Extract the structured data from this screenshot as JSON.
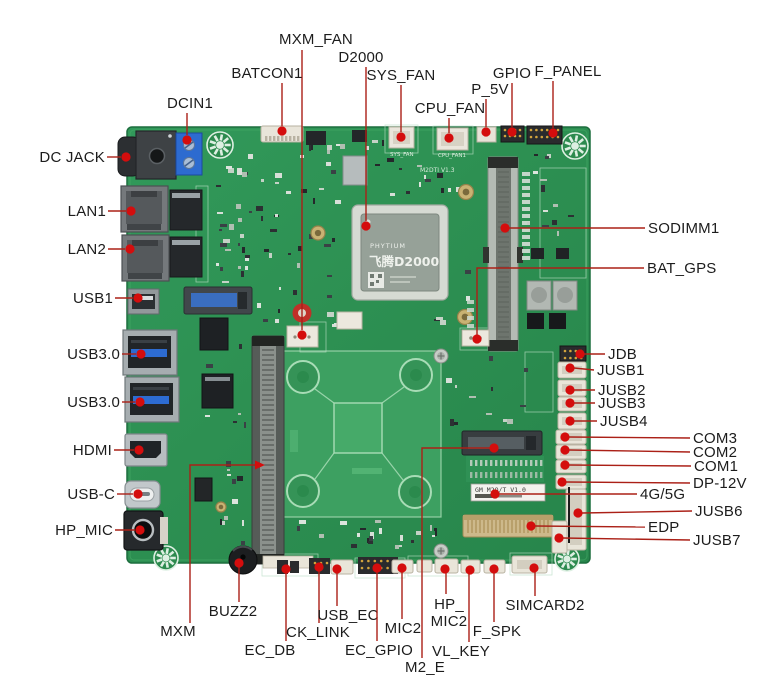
{
  "figure": {
    "description": "Annotated motherboard connector diagram",
    "board_color": "#2f9155",
    "callout_line_color": "#ab2017",
    "callout_dot_color": "#d40d0d",
    "label_text_color": "#1c1c1c",
    "background": "#ffffff"
  },
  "board_markings": {
    "chip_brand": "PHYTIUM",
    "chip_model": "飞腾D2000",
    "module_sticker": "GM M2O/T V1.0",
    "silk_sys_fan": "SYS_FAN",
    "silk_cpu_fan": "CPU_FAN1",
    "silk_rev": "M2DTI V1.3"
  },
  "callouts": [
    {
      "id": "mxm-fan",
      "label": "MXM_FAN",
      "side": "top"
    },
    {
      "id": "batcon1",
      "label": "BATCON1",
      "side": "top"
    },
    {
      "id": "d2000",
      "label": "D2000",
      "side": "top"
    },
    {
      "id": "sys-fan",
      "label": "SYS_FAN",
      "side": "top"
    },
    {
      "id": "cpu-fan",
      "label": "CPU_FAN",
      "side": "top"
    },
    {
      "id": "p-5v",
      "label": "P_5V",
      "side": "top"
    },
    {
      "id": "gpio",
      "label": "GPIO",
      "side": "top"
    },
    {
      "id": "f-panel",
      "label": "F_PANEL",
      "side": "top"
    },
    {
      "id": "dcin1",
      "label": "DCIN1",
      "side": "top"
    },
    {
      "id": "dc-jack",
      "label": "DC JACK",
      "side": "left"
    },
    {
      "id": "lan1",
      "label": "LAN1",
      "side": "left"
    },
    {
      "id": "lan2",
      "label": "LAN2",
      "side": "left"
    },
    {
      "id": "usb1",
      "label": "USB1",
      "side": "left"
    },
    {
      "id": "usb30-a",
      "label": "USB3.0",
      "side": "left"
    },
    {
      "id": "usb30-b",
      "label": "USB3.0",
      "side": "left"
    },
    {
      "id": "hdmi",
      "label": "HDMI",
      "side": "left"
    },
    {
      "id": "usb-c",
      "label": "USB-C",
      "side": "left"
    },
    {
      "id": "hp-mic",
      "label": "HP_MIC",
      "side": "left"
    },
    {
      "id": "sodimm1",
      "label": "SODIMM1",
      "side": "right"
    },
    {
      "id": "bat-gps",
      "label": "BAT_GPS",
      "side": "right"
    },
    {
      "id": "jdb",
      "label": "JDB",
      "side": "right"
    },
    {
      "id": "jusb1",
      "label": "JUSB1",
      "side": "right"
    },
    {
      "id": "jusb2",
      "label": "JUSB2",
      "side": "right"
    },
    {
      "id": "jusb3",
      "label": "JUSB3",
      "side": "right"
    },
    {
      "id": "jusb4",
      "label": "JUSB4",
      "side": "right"
    },
    {
      "id": "com3",
      "label": "COM3",
      "side": "right"
    },
    {
      "id": "com2",
      "label": "COM2",
      "side": "right"
    },
    {
      "id": "com1",
      "label": "COM1",
      "side": "right"
    },
    {
      "id": "dp-12v",
      "label": "DP-12V",
      "side": "right"
    },
    {
      "id": "4g-5g",
      "label": "4G/5G",
      "side": "right"
    },
    {
      "id": "jusb6",
      "label": "JUSB6",
      "side": "right"
    },
    {
      "id": "edp",
      "label": "EDP",
      "side": "right"
    },
    {
      "id": "jusb7",
      "label": "JUSB7",
      "side": "right"
    },
    {
      "id": "mxm",
      "label": "MXM",
      "side": "bottom"
    },
    {
      "id": "buzz2",
      "label": "BUZZ2",
      "side": "bottom"
    },
    {
      "id": "ec-db",
      "label": "EC_DB",
      "side": "bottom"
    },
    {
      "id": "ck-link",
      "label": "CK_LINK",
      "side": "bottom"
    },
    {
      "id": "usb-ec",
      "label": "USB_EC",
      "side": "bottom"
    },
    {
      "id": "ec-gpio",
      "label": "EC_GPIO",
      "side": "bottom"
    },
    {
      "id": "mic2",
      "label": "MIC2",
      "side": "bottom"
    },
    {
      "id": "m2-e",
      "label": "M2_E",
      "side": "bottom"
    },
    {
      "id": "hp-mic2",
      "label": "HP__MIC2",
      "lines": [
        "HP_",
        "MIC2"
      ],
      "side": "bottom"
    },
    {
      "id": "vl-key",
      "label": "VL_KEY",
      "side": "bottom"
    },
    {
      "id": "f-spk",
      "label": "F_SPK",
      "side": "bottom"
    },
    {
      "id": "simcard2",
      "label": "SIMCARD2",
      "side": "bottom"
    }
  ]
}
